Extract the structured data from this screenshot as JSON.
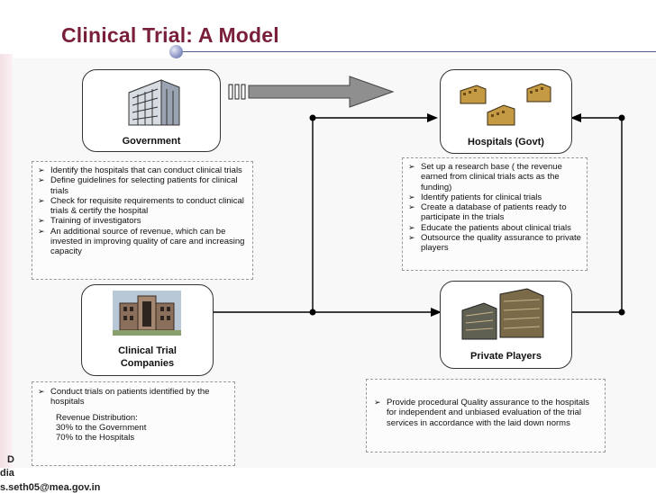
{
  "slide": {
    "title": "Clinical Trial: A Model",
    "footer": {
      "line1": "D",
      "line2": "dia",
      "line3": "s.seth05@mea.gov.in"
    }
  },
  "nodes": {
    "government": {
      "label": "Government"
    },
    "hospitals": {
      "label": "Hospitals (Govt)"
    },
    "ct_companies": {
      "label_line1": "Clinical Trial",
      "label_line2": "Companies"
    },
    "private_players": {
      "label": "Private Players"
    }
  },
  "notes": {
    "government": [
      "Identify the hospitals that can  conduct clinical trials",
      "Define guidelines for selecting patients for clinical trials",
      "Check for requisite requirements  to conduct clinical trials &  certify the hospital",
      "Training of investigators",
      "An additional source of revenue, which can be invested in improving quality of care and increasing capacity"
    ],
    "hospitals": [
      "Set up a research base ( the revenue earned from clinical trials acts as the funding)",
      "Identify patients for clinical trials",
      "Create a database of patients ready to participate in the trials",
      "Educate the patients about clinical trials",
      "Outsource the quality assurance to private players"
    ],
    "ct_companies": {
      "bullet": "Conduct trials on patients identified by the hospitals",
      "revenue_heading": "Revenue Distribution:",
      "revenue_gov": "30% to the Government",
      "revenue_hosp": "70% to the Hospitals"
    },
    "private_players": [
      "Provide procedural Quality  assurance to the hospitals for independent and unbiased evaluation of the trial services in accordance with the  laid down norms"
    ]
  },
  "colors": {
    "title": "#7a1f3a",
    "rule": "#4d5f8a",
    "arrow_fill": "#8f8f8f",
    "lines": "#000000"
  }
}
